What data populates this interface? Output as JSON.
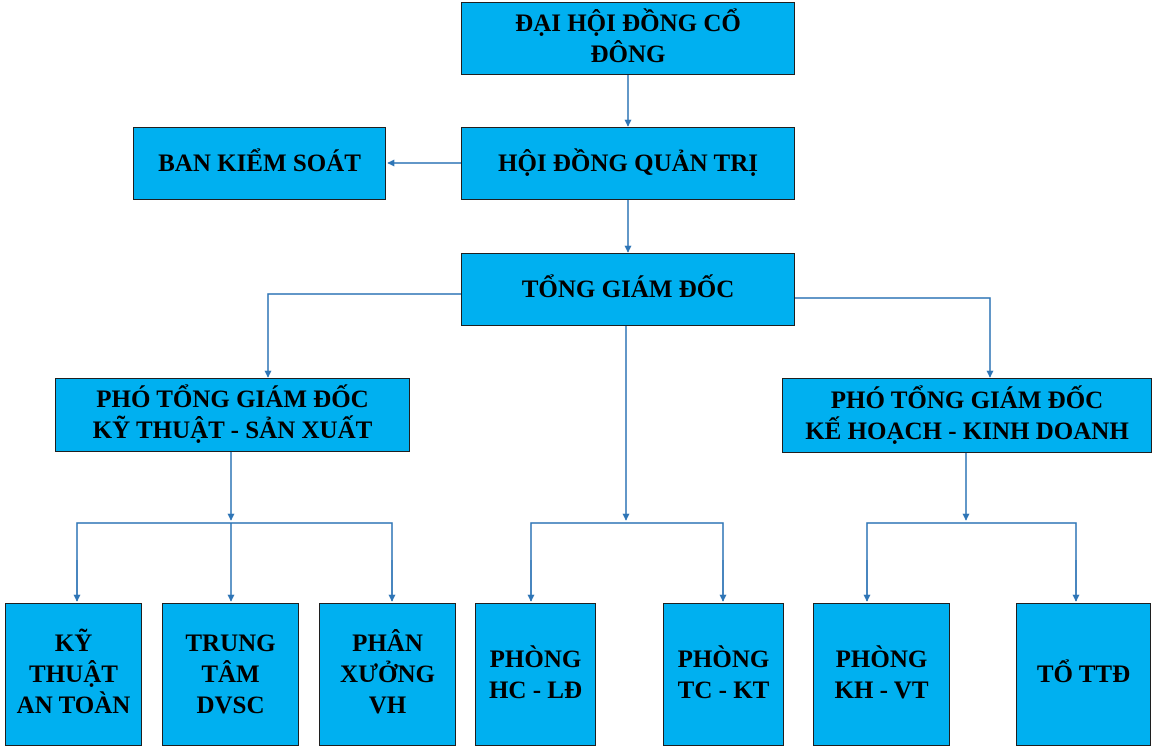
{
  "colors": {
    "box_fill": "#00b0f0",
    "connector": "#2e75b6",
    "box_border": "#1f1f1f"
  },
  "nodes": {
    "dai_hoi": "ĐẠI HỘI ĐỒNG CỔ\nĐÔNG",
    "hoi_dong": "HỘI ĐỒNG QUẢN TRỊ",
    "ban_kiem_soat": "BAN KIỂM SOÁT",
    "tong_giam_doc": "TỔNG GIÁM ĐỐC",
    "pho_tgd_kt": "PHÓ TỔNG GIÁM ĐỐC\nKỸ THUẬT - SẢN XUẤT",
    "pho_tgd_kh": "PHÓ TỔNG GIÁM ĐỐC\nKẾ HOẠCH - KINH DOANH",
    "ky_thuat": "KỸ\nTHUẬT\nAN TOÀN",
    "trung_tam": "TRUNG\nTÂM\nDVSC",
    "phan_xuong": "PHÂN\nXƯỞNG\nVH",
    "phong_hc": "PHÒNG\nHC - LĐ",
    "phong_tc": "PHÒNG\nTC - KT",
    "phong_kh": "PHÒNG\nKH - VT",
    "to_ttd": "TỔ TTĐ"
  }
}
